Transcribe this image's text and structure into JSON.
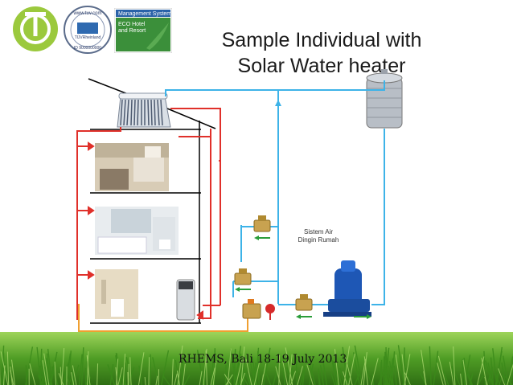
{
  "slide": {
    "title_line1": "Sample Individual with",
    "title_line2": "Solar Water heater",
    "footer": "RHEMS, Bali 18-19 July 2013",
    "system_label_line1": "Sistem Air",
    "system_label_line2": "Dingin Rumah"
  },
  "logos": {
    "tuv_badge_text": "Management System",
    "tuv_badge_sub1": "ECO Hotel",
    "tuv_badge_sub2": "and Resort",
    "tuv_circle_top": "www.tuv.com",
    "tuv_circle_brand": "TÜVRheinland",
    "tuv_circle_id": "ID 9000000000"
  },
  "colors": {
    "hot_pipe": "#e0302a",
    "cold_pipe": "#3db3e8",
    "grass": "#4a9a1f",
    "accent_green": "#2a9d3a",
    "logo_green": "#9bc93d"
  }
}
